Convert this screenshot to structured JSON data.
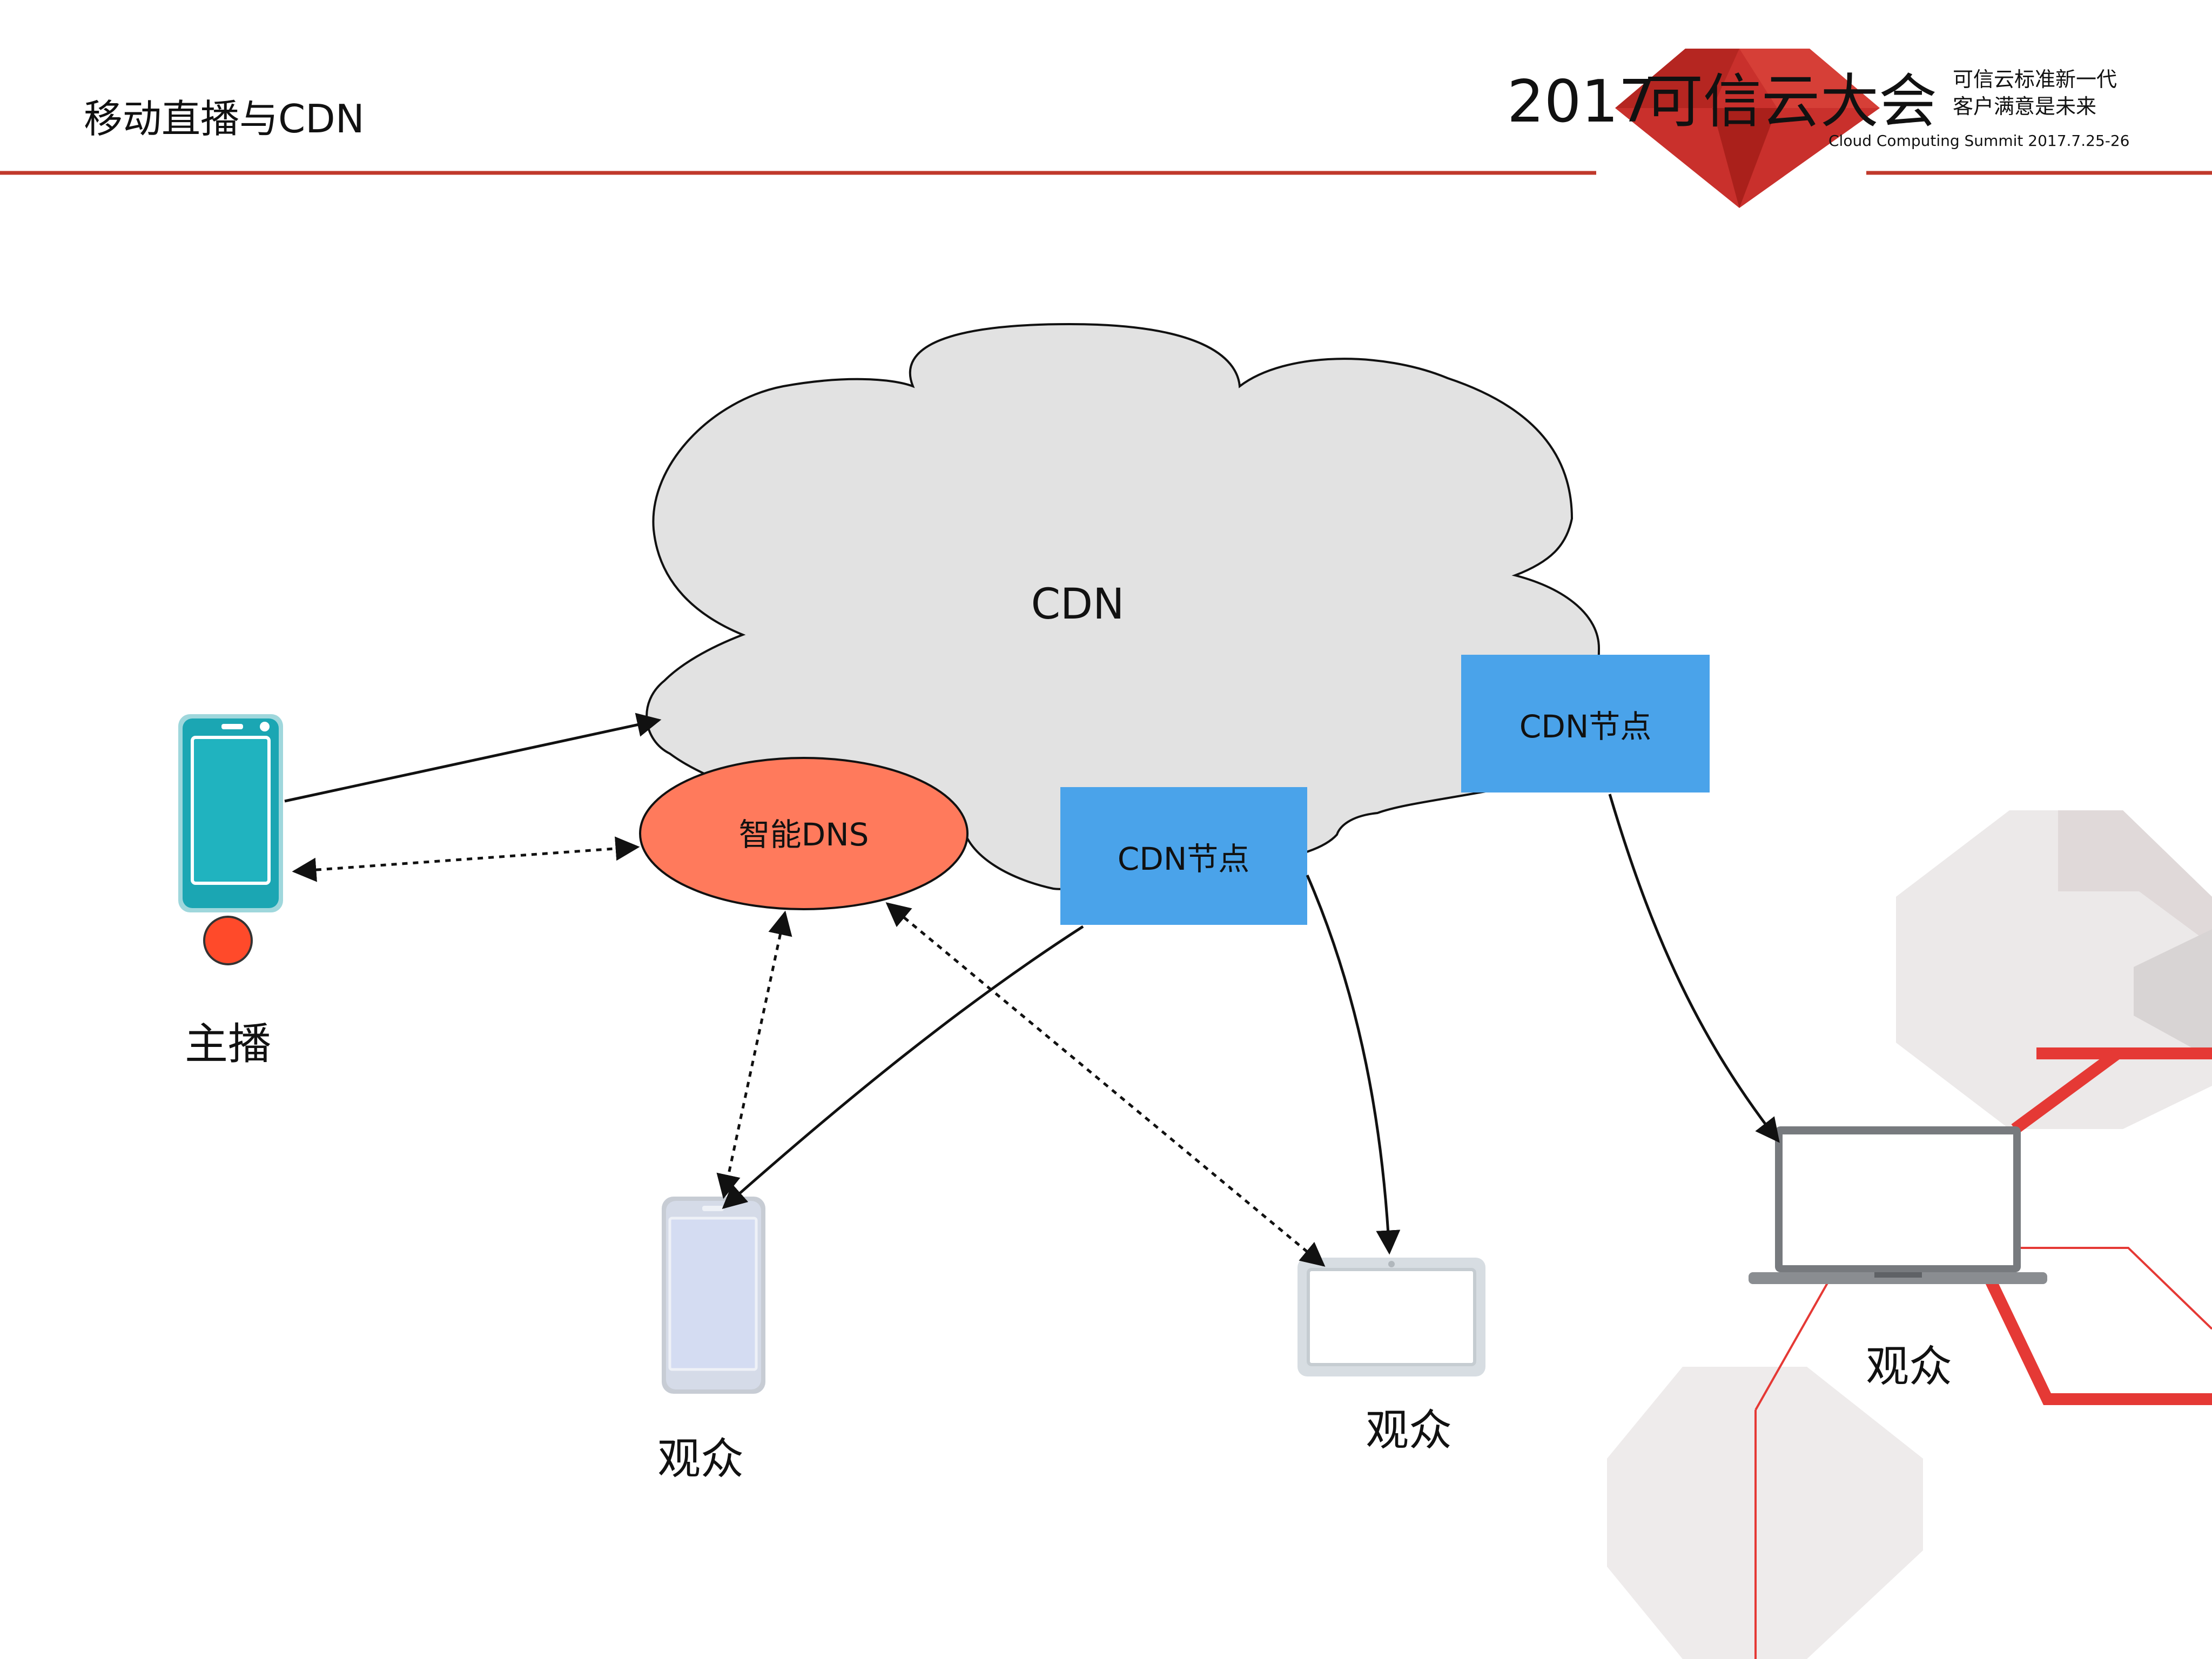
{
  "slide": {
    "title": "移动直播与CDN"
  },
  "logo": {
    "year": "2017",
    "name_part1": "可信云",
    "name_part2": "大会",
    "tagline_line1": "可信云标准新一代",
    "tagline_line2": "客户满意是未来",
    "subtitle": "Cloud Computing Summit 2017.7.25-26"
  },
  "diagram": {
    "cloud_label": "CDN",
    "dns_label": "智能DNS",
    "cdn_node_label_1": "CDN节点",
    "cdn_node_label_2": "CDN节点",
    "broadcaster_label": "主播",
    "viewer_label_phone": "观众",
    "viewer_label_tablet": "观众",
    "viewer_label_laptop": "观众"
  },
  "colors": {
    "accent_red": "#c0392b",
    "cloud_fill": "#e2e2e2",
    "dns_fill": "#ff7a5c",
    "cdn_node_fill": "#4aa3ea",
    "broadcaster_phone": "#1ba6b3",
    "live_dot": "#ff4a2a"
  }
}
